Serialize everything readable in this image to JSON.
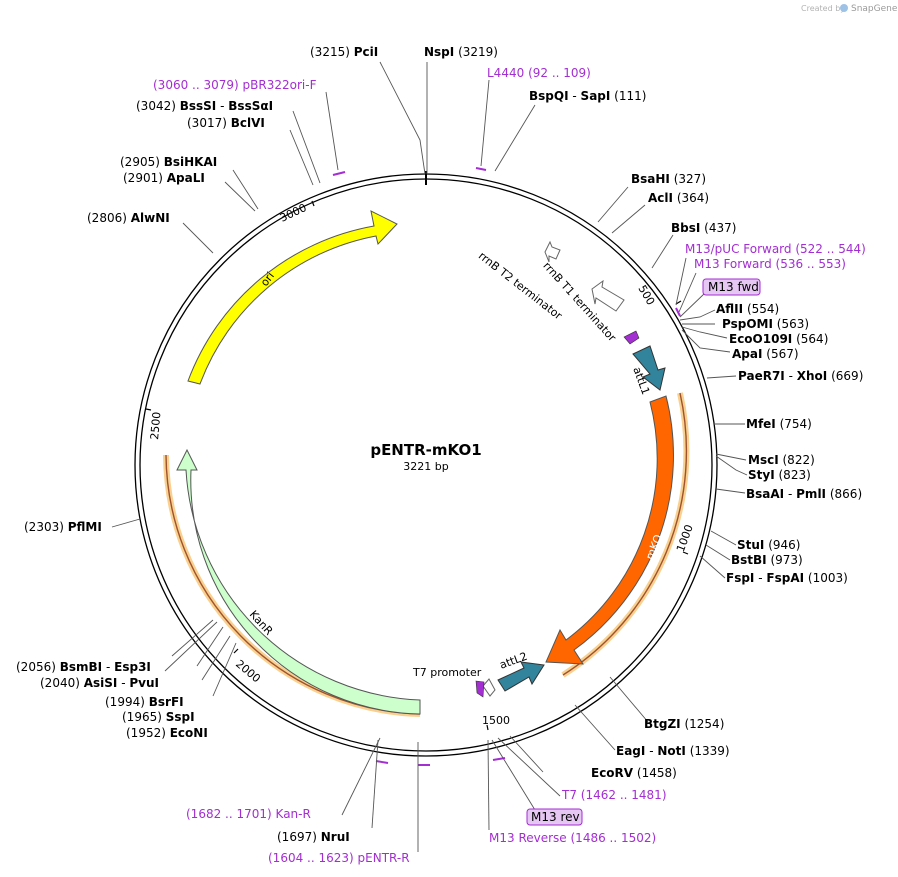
{
  "watermark": {
    "prefix": "Created by",
    "brand": "SnapGene"
  },
  "plasmid": {
    "name": "pENTR-mKO1",
    "length_label": "3221 bp"
  },
  "tick_labels": [
    "500",
    "1000",
    "1500",
    "2000",
    "2500",
    "3000"
  ],
  "sites": [
    {
      "name": "PciI",
      "pos": "(3215)"
    },
    {
      "name": "NspI",
      "pos": "(3219)"
    },
    {
      "name": "BspQI",
      "sep": "-",
      "name2": "SapI",
      "pos": "(111)"
    },
    {
      "name": "BsaHI",
      "pos": "(327)"
    },
    {
      "name": "AclI",
      "pos": "(364)"
    },
    {
      "name": "BbsI",
      "pos": "(437)"
    },
    {
      "name": "AflII",
      "pos": "(554)"
    },
    {
      "name": "PspOMI",
      "pos": "(563)"
    },
    {
      "name": "EcoO109I",
      "pos": "(564)"
    },
    {
      "name": "ApaI",
      "pos": "(567)"
    },
    {
      "name": "PaeR7I",
      "sep": "-",
      "name2": "XhoI",
      "pos": "(669)"
    },
    {
      "name": "MfeI",
      "pos": "(754)"
    },
    {
      "name": "MscI",
      "pos": "(822)"
    },
    {
      "name": "StyI",
      "pos": "(823)"
    },
    {
      "name": "BsaAI",
      "sep": "-",
      "name2": "PmlI",
      "pos": "(866)"
    },
    {
      "name": "StuI",
      "pos": "(946)"
    },
    {
      "name": "BstBI",
      "pos": "(973)"
    },
    {
      "name": "FspI",
      "sep": "-",
      "name2": "FspAI",
      "pos": "(1003)"
    },
    {
      "name": "BtgZI",
      "pos": "(1254)"
    },
    {
      "name": "EagI",
      "sep": "-",
      "name2": "NotI",
      "pos": "(1339)"
    },
    {
      "name": "EcoRV",
      "pos": "(1458)"
    },
    {
      "name": "NruI",
      "pos": "(1697)"
    },
    {
      "name": "EcoNI",
      "pos": "(1952)"
    },
    {
      "name": "SspI",
      "pos": "(1965)"
    },
    {
      "name": "BsrFI",
      "pos": "(1994)"
    },
    {
      "name": "AsiSI",
      "sep": "-",
      "name2": "PvuI",
      "pos": "(2040)"
    },
    {
      "name": "BsmBI",
      "sep": "-",
      "name2": "Esp3I",
      "pos": "(2056)"
    },
    {
      "name": "PflMI",
      "pos": "(2303)"
    },
    {
      "name": "AlwNI",
      "pos": "(2806)"
    },
    {
      "name": "ApaLI",
      "pos": "(2901)"
    },
    {
      "name": "BsiHKAI",
      "pos": "(2905)"
    },
    {
      "name": "BclVI",
      "pos": "(3017)"
    },
    {
      "name": "BssSI",
      "sep": "-",
      "name2": "BssSαI",
      "pos": "(3042)"
    }
  ],
  "primers": [
    {
      "name": "pBR322ori-F",
      "range": "(3060 .. 3079)"
    },
    {
      "name": "L4440",
      "range": "(92 .. 109)"
    },
    {
      "name": "M13/pUC Forward",
      "range": "(522 .. 544)"
    },
    {
      "name": "M13 Forward",
      "range": "(536 .. 553)"
    },
    {
      "name": "T7",
      "range": "(1462 .. 1481)"
    },
    {
      "name": "M13 Reverse",
      "range": "(1486 .. 1502)"
    },
    {
      "name": "Kan-R",
      "range": "(1682 .. 1701)"
    },
    {
      "name": "pENTR-R",
      "range": "(1604 .. 1623)"
    }
  ],
  "badges": {
    "m13fwd": "M13 fwd",
    "m13rev": "M13 rev"
  },
  "features": {
    "rrnb_t2": "rrnB T2 terminator",
    "rrnb_t1": "rrnB T1 terminator",
    "attl1": "attL1",
    "mko": "mKO",
    "attl2": "attL2",
    "t7": "T7 promoter",
    "kanr": "KanR",
    "ori": "ori"
  },
  "colors": {
    "ori": "#ffff00",
    "mko": "#ff6600",
    "att": "#31849b",
    "kanr": "#ccffcc",
    "primer": "#a32ed1",
    "highlight": "#f8d090"
  }
}
